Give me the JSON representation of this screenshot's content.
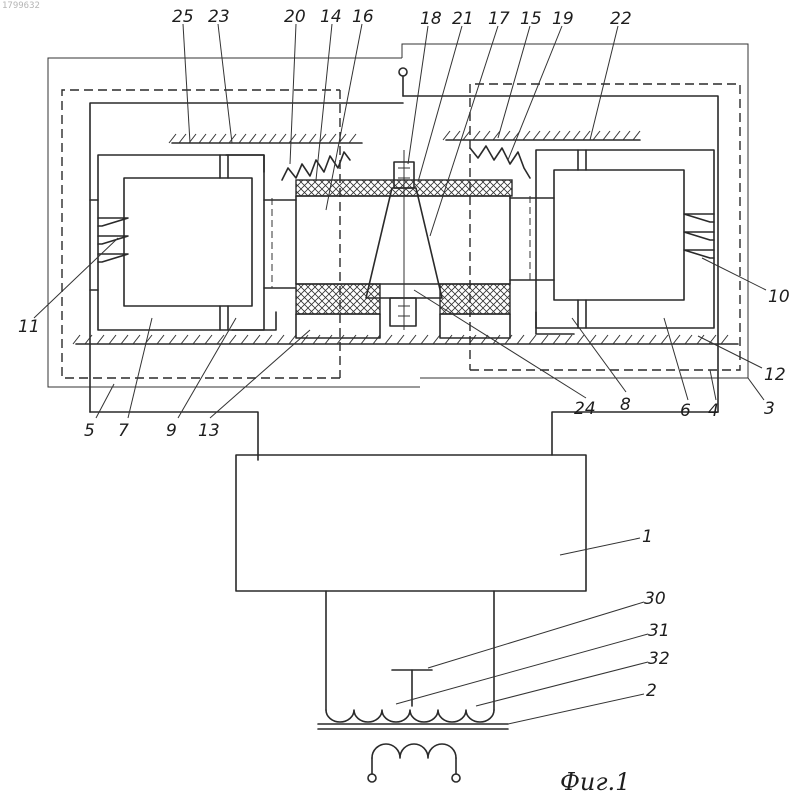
{
  "document": {
    "code": "1799632",
    "caption": "Фиг.1"
  },
  "labels": {
    "n1": "1",
    "n2": "2",
    "n3": "3",
    "n4": "4",
    "n5": "5",
    "n6": "6",
    "n7": "7",
    "n8": "8",
    "n9": "9",
    "n10": "10",
    "n11": "11",
    "n12": "12",
    "n13": "13",
    "n14": "14",
    "n15": "15",
    "n16": "16",
    "n17": "17",
    "n18": "18",
    "n19": "19",
    "n20": "20",
    "n21": "21",
    "n22": "22",
    "n23": "23",
    "n24": "24",
    "n25": "25",
    "n30": "30",
    "n31": "31",
    "n32": "32"
  },
  "colors": {
    "ink": "#2a2a2a",
    "paper": "#ffffff"
  }
}
